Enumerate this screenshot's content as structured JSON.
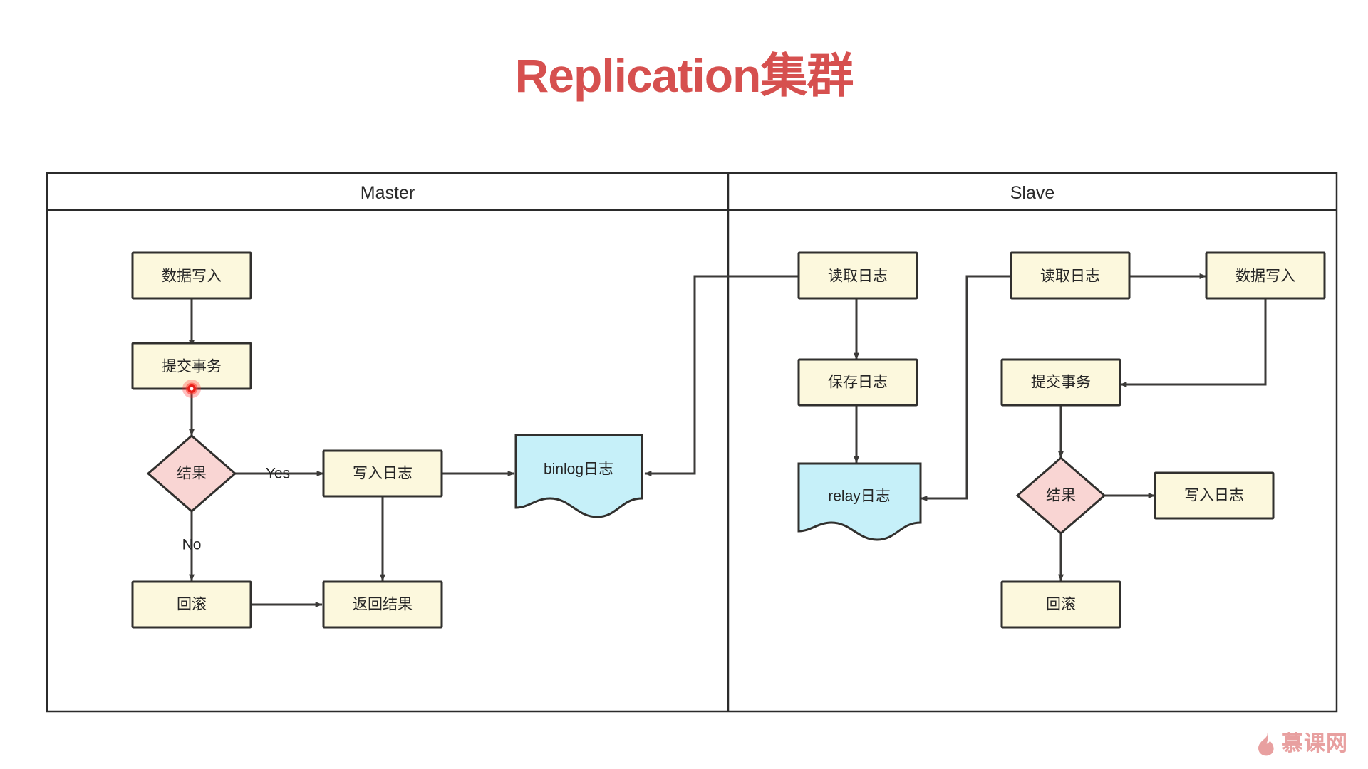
{
  "title": "Replication集群",
  "title_color": "#d6504f",
  "lanes": [
    {
      "id": "master",
      "label": "Master"
    },
    {
      "id": "slave",
      "label": "Slave"
    }
  ],
  "palette": {
    "process_fill": "#fcf8dd",
    "decision_fill": "#f9d5d3",
    "document_fill": "#c6f0f9",
    "stroke": "#31302e",
    "line": "#3b3a38",
    "marker_dot": "#e8201a",
    "watermark": "#e79b9b"
  },
  "master": {
    "nodes": {
      "data_write": {
        "label": "数据写入",
        "type": "process"
      },
      "commit_tx": {
        "label": "提交事务",
        "type": "process"
      },
      "result": {
        "label": "结果",
        "type": "decision"
      },
      "write_log": {
        "label": "写入日志",
        "type": "process"
      },
      "binlog": {
        "label": "binlog日志",
        "type": "document"
      },
      "rollback": {
        "label": "回滚",
        "type": "process"
      },
      "return_result": {
        "label": "返回结果",
        "type": "process"
      }
    },
    "edge_labels": {
      "yes": "Yes",
      "no": "No"
    }
  },
  "slave": {
    "nodes": {
      "read_log_io": {
        "label": "读取日志",
        "type": "process"
      },
      "save_log": {
        "label": "保存日志",
        "type": "process"
      },
      "relay_log": {
        "label": "relay日志",
        "type": "document"
      },
      "read_log_sql": {
        "label": "读取日志",
        "type": "process"
      },
      "data_write": {
        "label": "数据写入",
        "type": "process"
      },
      "commit_tx": {
        "label": "提交事务",
        "type": "process"
      },
      "result": {
        "label": "结果",
        "type": "decision"
      },
      "write_log": {
        "label": "写入日志",
        "type": "process"
      },
      "rollback": {
        "label": "回滚",
        "type": "process"
      }
    }
  },
  "watermark": {
    "text": "慕课网",
    "icon": "flame-icon"
  }
}
